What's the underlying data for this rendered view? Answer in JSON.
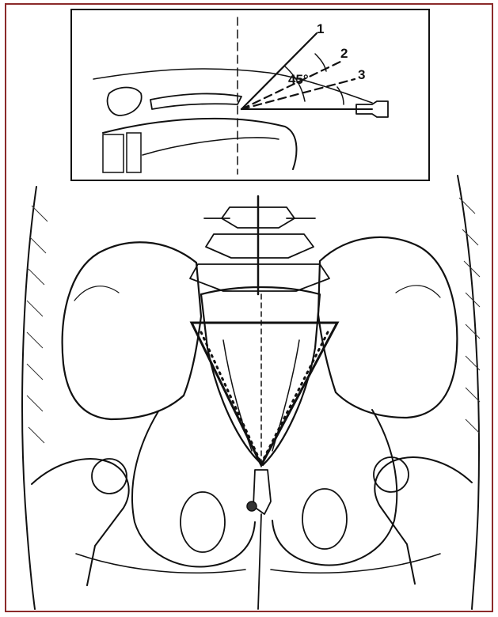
{
  "inset": {
    "needle_labels": [
      "1",
      "2",
      "3"
    ],
    "angle_label": "45°"
  },
  "colors": {
    "frame": "#8b2a2a",
    "ink": "#111111"
  }
}
